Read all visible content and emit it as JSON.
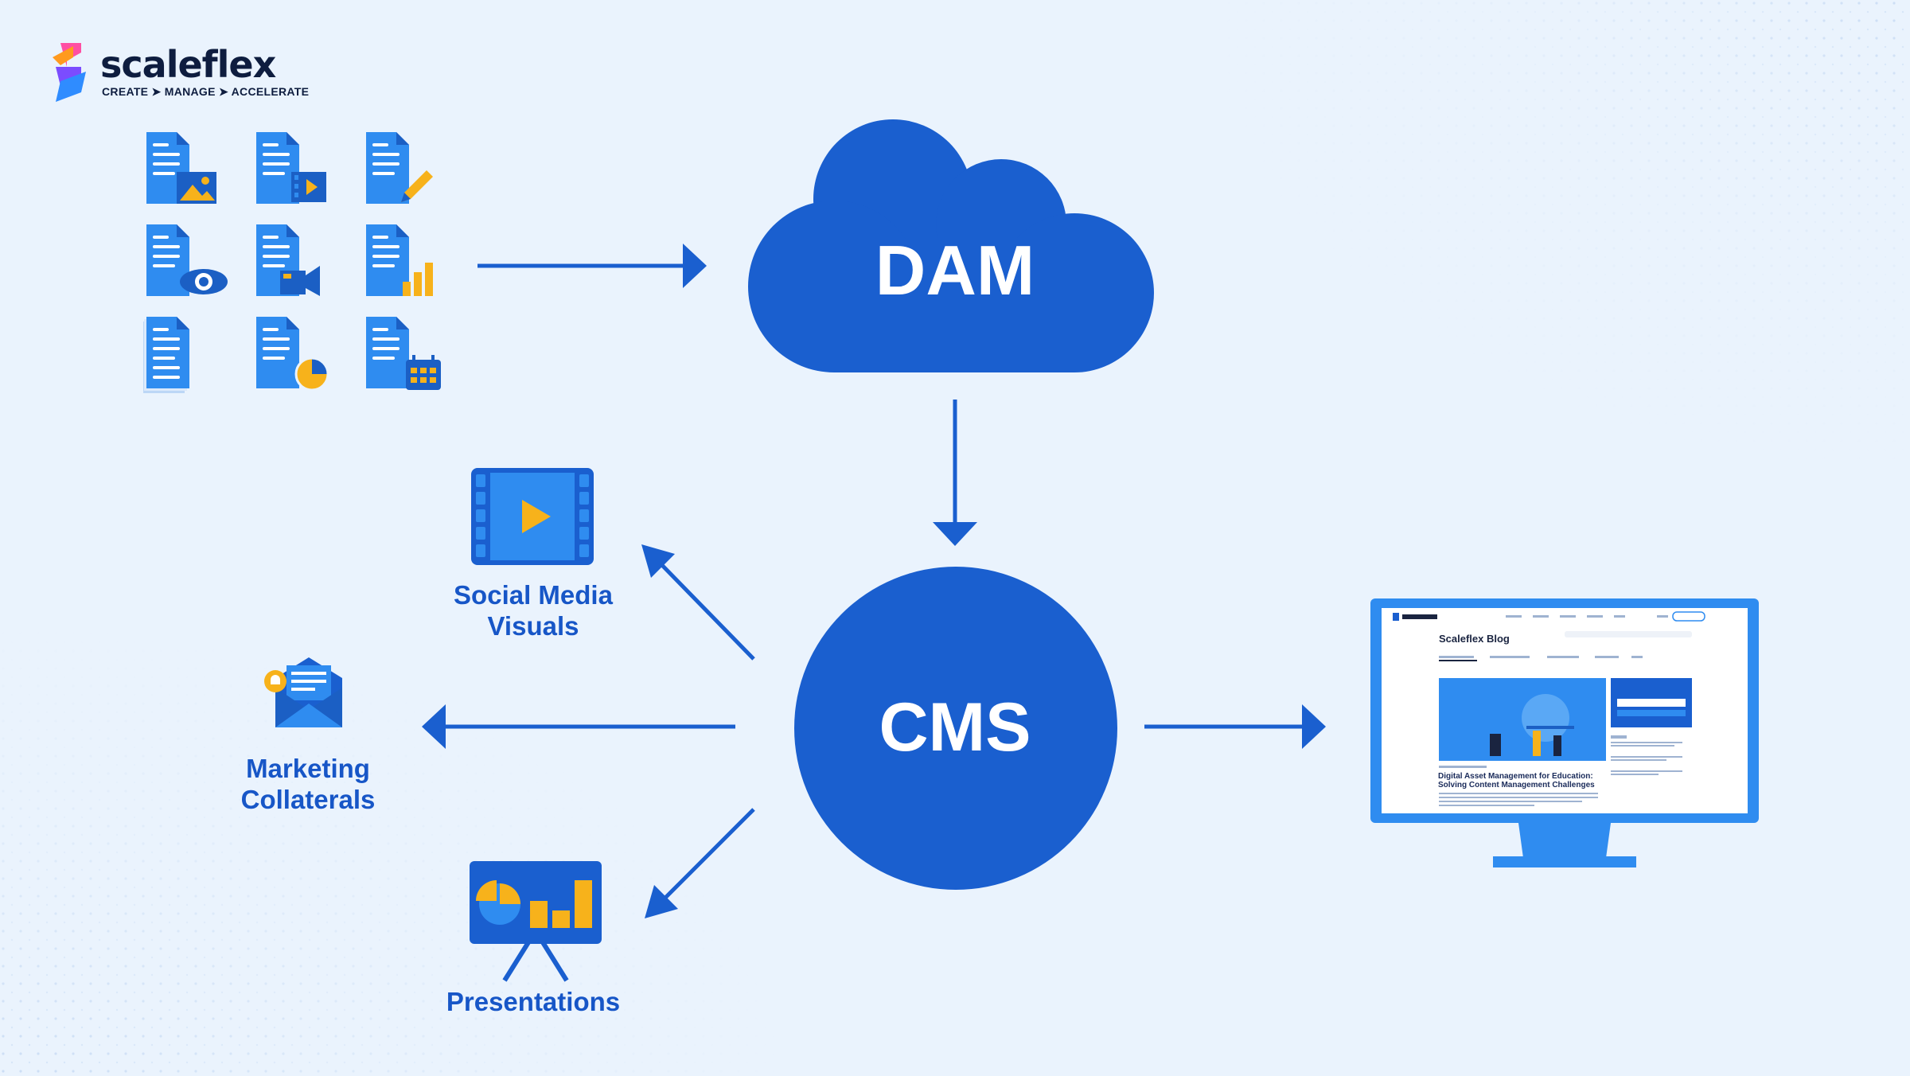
{
  "brand": {
    "name": "scaleflex",
    "tagline": "CREATE ➤ MANAGE ➤ ACCELERATE",
    "logo_colors": [
      "#ff4fa3",
      "#ff9a1f",
      "#7b4cff",
      "#2f8cff"
    ]
  },
  "nodes": {
    "dam": {
      "label": "DAM",
      "shape": "cloud"
    },
    "cms": {
      "label": "CMS",
      "shape": "circle"
    }
  },
  "asset_icons": [
    "document-image-icon",
    "document-video-icon",
    "document-edit-icon",
    "document-view-icon",
    "document-camera-icon",
    "document-chart-icon",
    "documents-stack-icon",
    "document-pie-icon",
    "document-calendar-icon"
  ],
  "outputs": {
    "social": {
      "label_line1": "Social Media",
      "label_line2": "Visuals",
      "icon": "video-player-icon"
    },
    "marketing": {
      "label_line1": "Marketing",
      "label_line2": "Collaterals",
      "icon": "email-envelope-icon"
    },
    "presentations": {
      "label": "Presentations",
      "icon": "presentation-board-icon"
    },
    "website": {
      "icon": "monitor-icon"
    }
  },
  "website_preview": {
    "blog_title": "Scaleflex Blog",
    "headline_line1": "Digital Asset Management for Education:",
    "headline_line2": "Solving Content Management Challenges"
  },
  "colors": {
    "background": "#eaf3fd",
    "primary": "#1a5fcf",
    "icon_blue": "#2f8cf0",
    "accent_yellow": "#f7b21b",
    "text_blue": "#1756c7"
  }
}
